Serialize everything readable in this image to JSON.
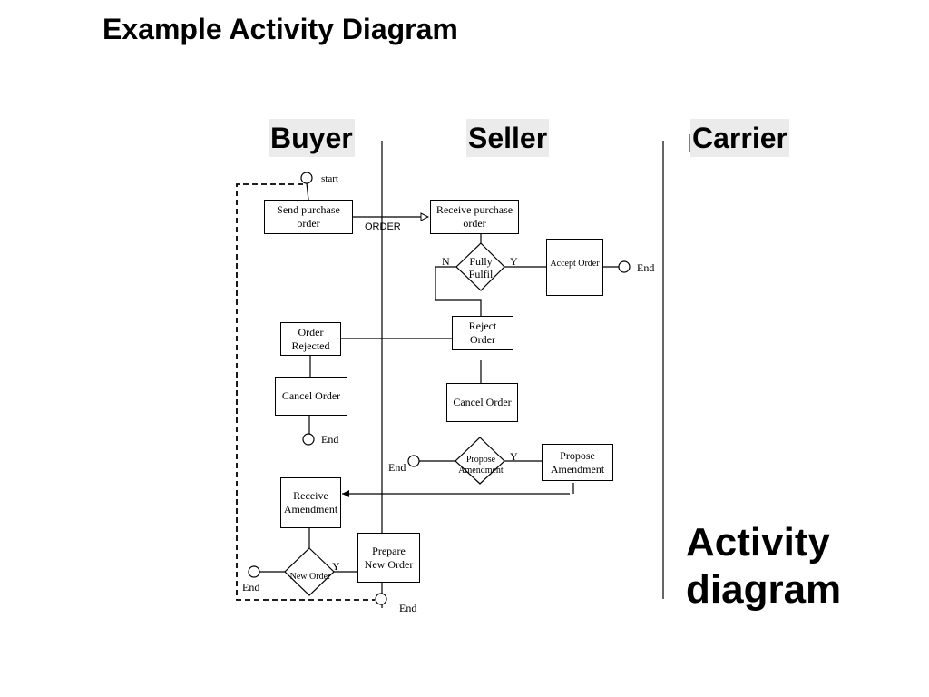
{
  "title": "Example Activity Diagram",
  "lanes": {
    "buyer": "Buyer",
    "seller": "Seller",
    "carrier": "Carrier"
  },
  "side_label": {
    "line1": "Activity",
    "line2": "diagram"
  },
  "nodes": {
    "start": "start",
    "send_purchase_order": {
      "line1": "Send purchase",
      "line2": "order"
    },
    "order_flow": "ORDER",
    "receive_purchase_order": {
      "line1": "Receive purchase",
      "line2": "order"
    },
    "fully_fulfil": {
      "line1": "Fully",
      "line2": "Fulfil"
    },
    "fully_fulfil_no": "N",
    "fully_fulfil_yes": "Y",
    "accept_order": "Accept Order",
    "end_accept": "End",
    "reject_order": {
      "line1": "Reject",
      "line2": "Order"
    },
    "order_rejected": {
      "line1": "Order",
      "line2": "Rejected"
    },
    "cancel_order_buyer": "Cancel Order",
    "end_buyer_cancel": "End",
    "cancel_order_seller": "Cancel Order",
    "propose_amendment_decision": {
      "line1": "Propose",
      "line2": "Amendment"
    },
    "propose_yes": "Y",
    "end_propose": "End",
    "propose_amendment": {
      "line1": "Propose",
      "line2": "Amendment"
    },
    "receive_amendment": {
      "line1": "Receive",
      "line2": "Amendment"
    },
    "new_order_decision": "New Order",
    "new_order_yes": "Y",
    "end_new_order": "End",
    "prepare_new_order": {
      "line1": "Prepare",
      "line2": "New Order"
    },
    "end_final": "End"
  }
}
